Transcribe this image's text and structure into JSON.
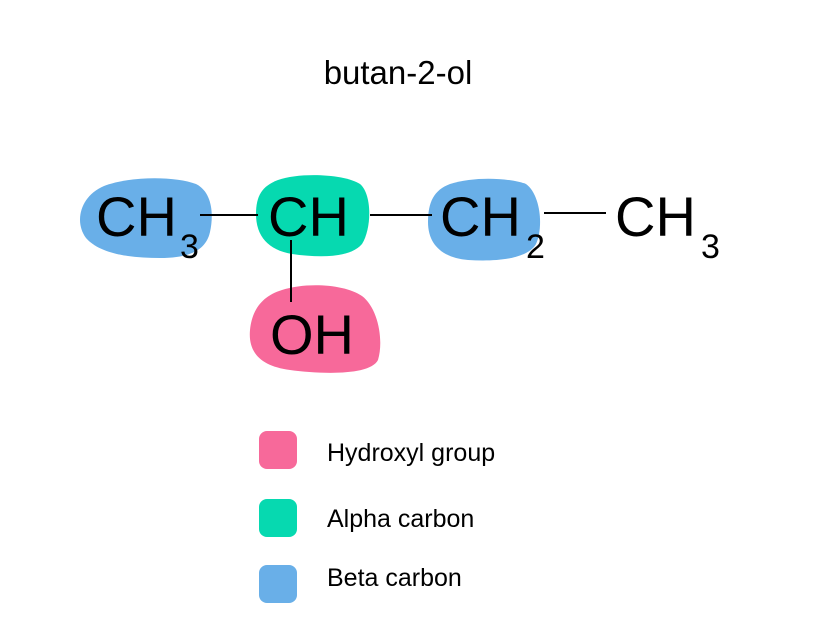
{
  "title": "butan-2-ol",
  "molecule": {
    "groups": [
      {
        "main": "CH",
        "sub": "3",
        "role": "beta"
      },
      {
        "main": "CH",
        "sub": "",
        "role": "alpha"
      },
      {
        "main": "CH",
        "sub": "2",
        "role": "beta"
      },
      {
        "main": "CH",
        "sub": "3",
        "role": "none"
      }
    ],
    "substituent": {
      "main": "OH",
      "role": "hydroxyl"
    }
  },
  "legend": [
    {
      "label": "Hydroxyl group",
      "color": "#f7699a"
    },
    {
      "label": "Alpha carbon",
      "color": "#06d9b0"
    },
    {
      "label": "Beta carbon",
      "color": "#69afe8"
    }
  ],
  "colors": {
    "hydroxyl": "#f7699a",
    "alpha": "#06d9b0",
    "beta": "#69afe8"
  }
}
